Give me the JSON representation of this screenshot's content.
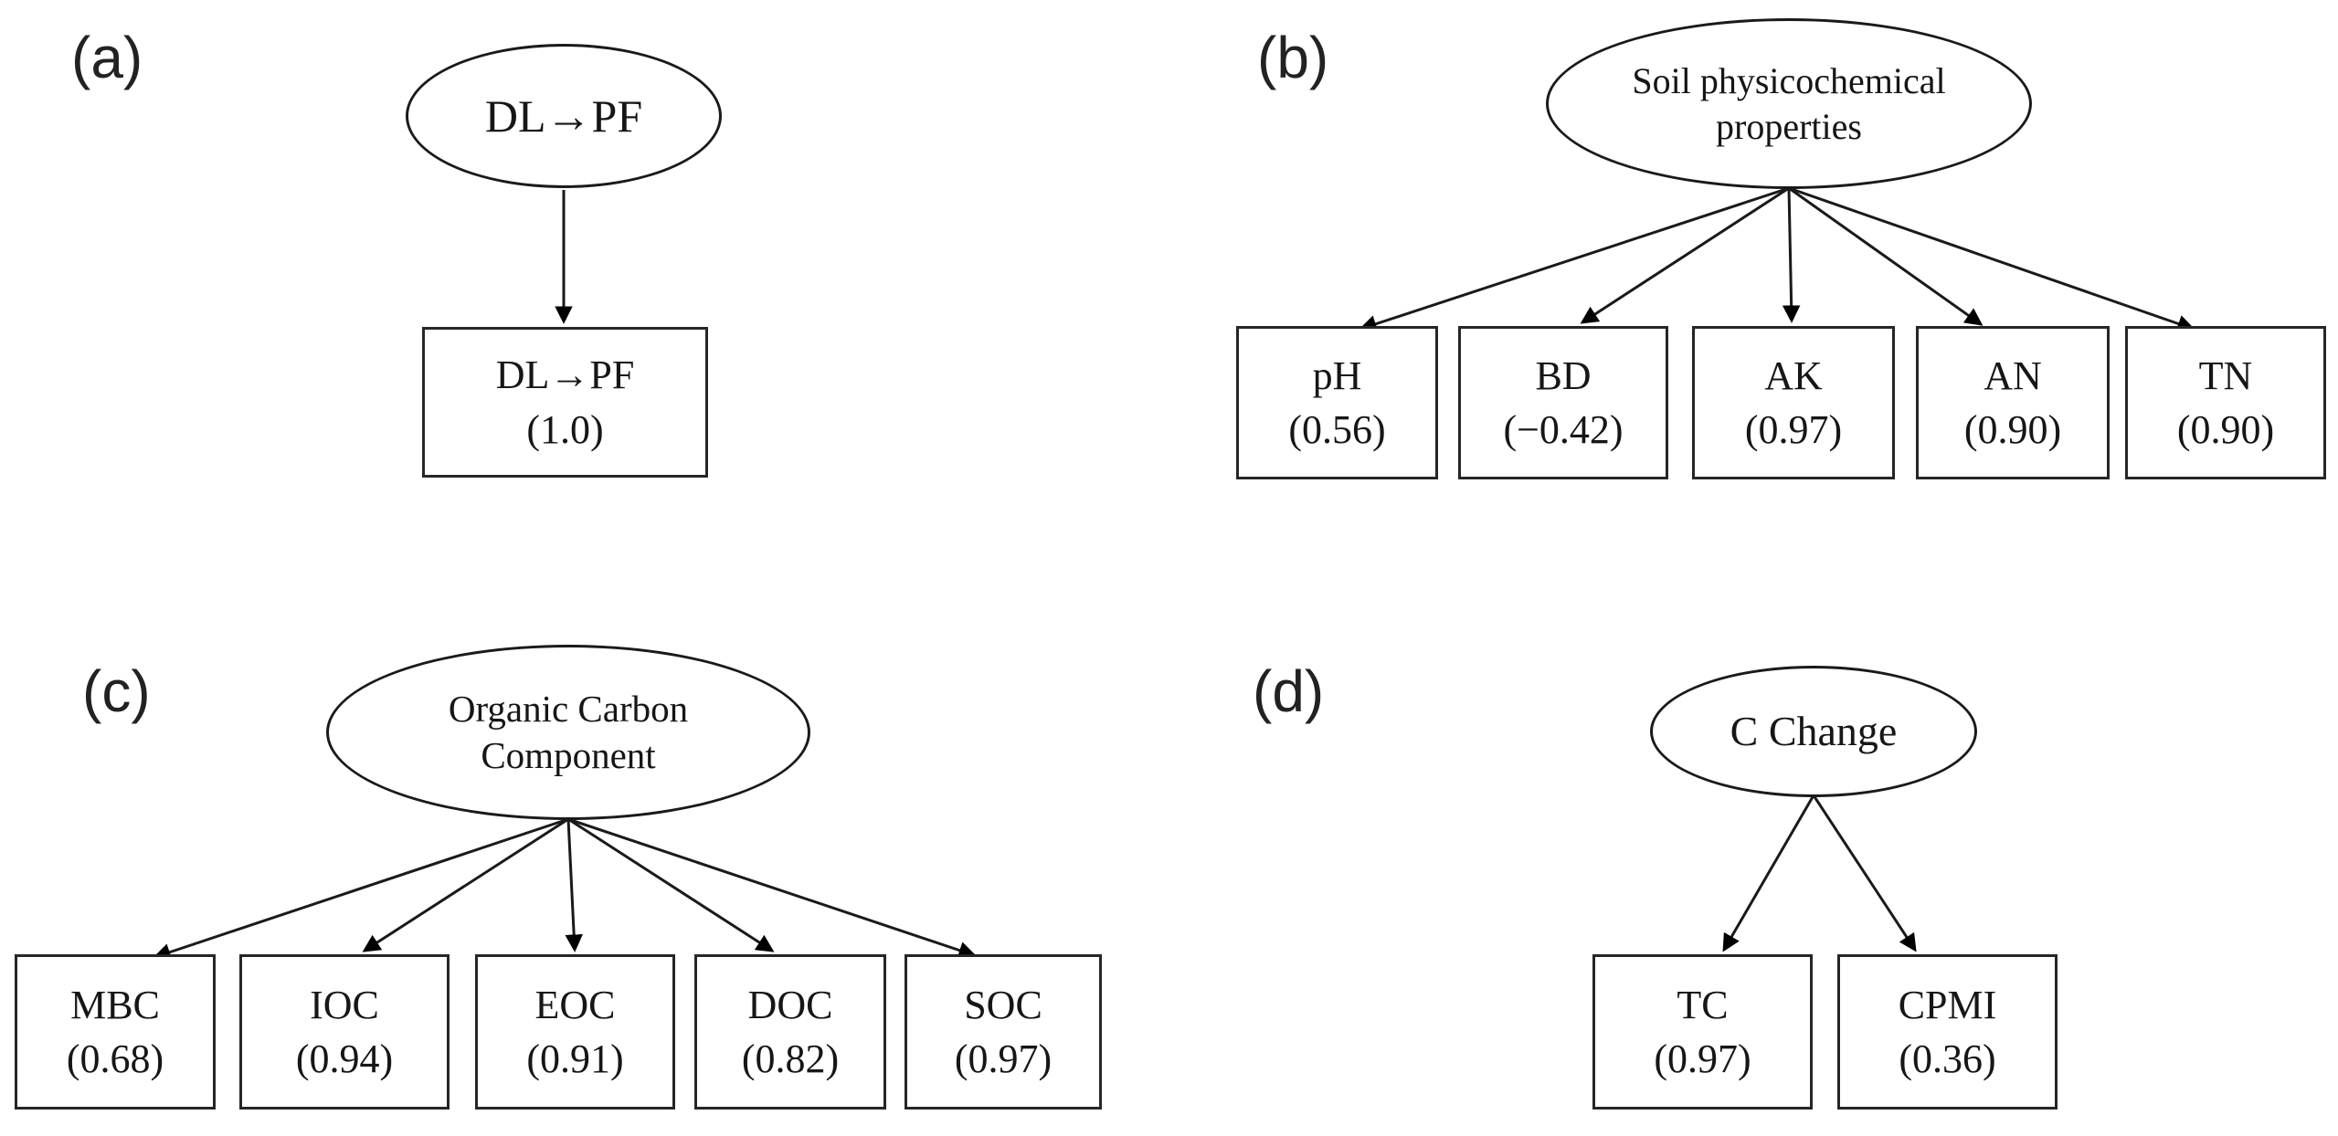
{
  "figure": {
    "panels": [
      {
        "label": "(a)",
        "latent": "DL→PF",
        "indicators": [
          {
            "name": "DL→PF",
            "loading": "(1.0)"
          }
        ]
      },
      {
        "label": "(b)",
        "latent": "Soil physicochemical\nproperties",
        "indicators": [
          {
            "name": "pH",
            "loading": "(0.56)"
          },
          {
            "name": "BD",
            "loading": "(−0.42)"
          },
          {
            "name": "AK",
            "loading": "(0.97)"
          },
          {
            "name": "AN",
            "loading": "(0.90)"
          },
          {
            "name": "TN",
            "loading": "(0.90)"
          }
        ]
      },
      {
        "label": "(c)",
        "latent": "Organic Carbon\nComponent",
        "indicators": [
          {
            "name": "MBC",
            "loading": "(0.68)"
          },
          {
            "name": "IOC",
            "loading": "(0.94)"
          },
          {
            "name": "EOC",
            "loading": "(0.91)"
          },
          {
            "name": "DOC",
            "loading": "(0.82)"
          },
          {
            "name": "SOC",
            "loading": "(0.97)"
          }
        ]
      },
      {
        "label": "(d)",
        "latent": "C Change",
        "indicators": [
          {
            "name": "TC",
            "loading": "(0.97)"
          },
          {
            "name": "CPMI",
            "loading": "(0.36)"
          }
        ]
      }
    ],
    "colors": {
      "stroke": "#1a1a1a",
      "background": "#ffffff",
      "text": "#161616"
    }
  }
}
